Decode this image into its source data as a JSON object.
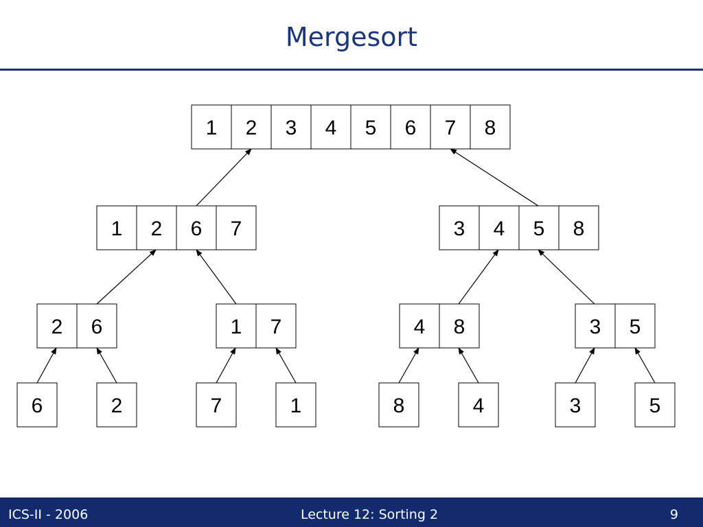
{
  "slide": {
    "title": "Mergesort"
  },
  "diagram": {
    "level0": [
      [
        "1",
        "2",
        "3",
        "4",
        "5",
        "6",
        "7",
        "8"
      ]
    ],
    "level1": [
      [
        "1",
        "2",
        "6",
        "7"
      ],
      [
        "3",
        "4",
        "5",
        "8"
      ]
    ],
    "level2": [
      [
        "2",
        "6"
      ],
      [
        "1",
        "7"
      ],
      [
        "4",
        "8"
      ],
      [
        "3",
        "5"
      ]
    ],
    "level3": [
      "6",
      "2",
      "7",
      "1",
      "8",
      "4",
      "3",
      "5"
    ]
  },
  "footer": {
    "course": "ICS-II - 2006",
    "lecture": "Lecture 12: Sorting 2",
    "page": "9"
  },
  "colors": {
    "title": "#1b3679",
    "rule": "#1b2f7a",
    "footer_bg": "#142a6e"
  }
}
